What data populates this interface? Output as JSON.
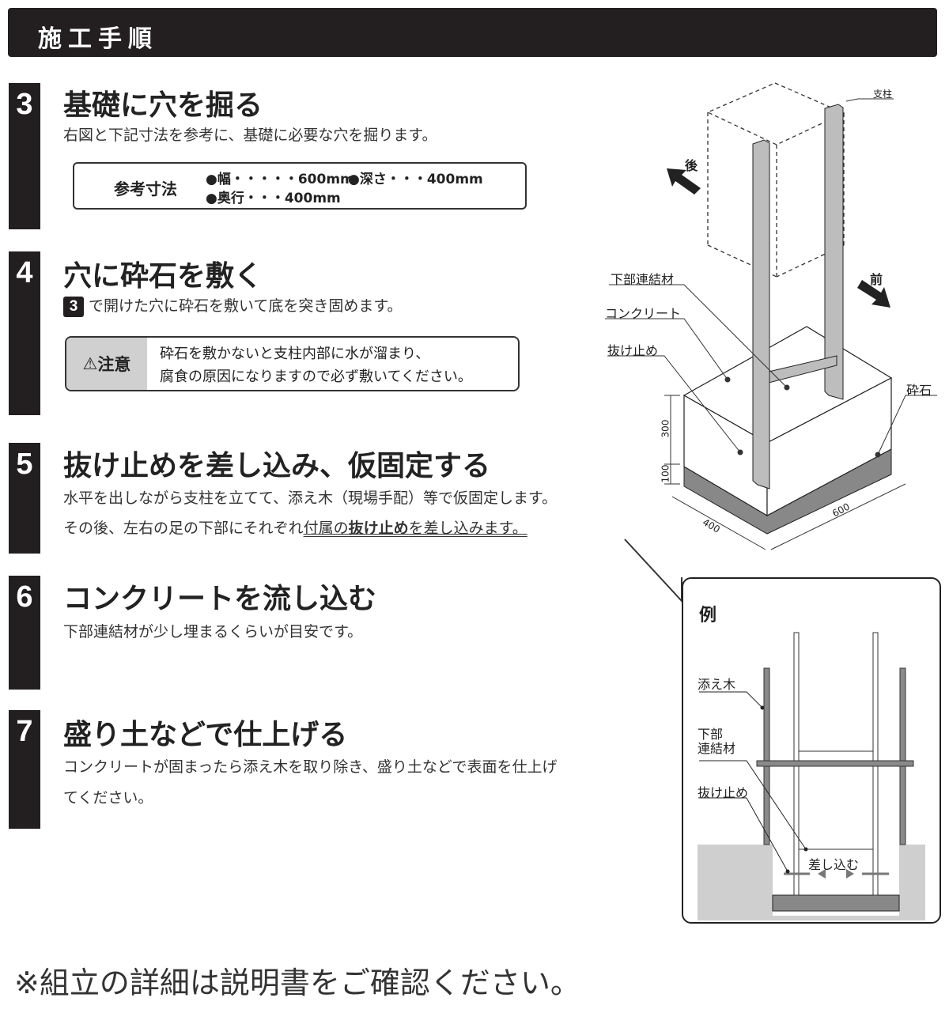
{
  "header": {
    "title": "施工手順"
  },
  "steps": [
    {
      "number": "3",
      "title": "基礎に穴を掘る",
      "text": "右図と下記寸法を参考に、基礎に必要な穴を掘ります。",
      "dimensions": {
        "label": "参考寸法",
        "width": "●幅・・・・・600mm",
        "depth": "●深さ・・・400mm",
        "length": "●奥行・・・400mm"
      }
    },
    {
      "number": "4",
      "title": "穴に砕石を敷く",
      "ref": "3",
      "text": "で開けた穴に砕石を敷いて底を突き固めます。",
      "caution": {
        "label": "注意",
        "line1": "砕石を敷かないと支柱内部に水が溜まり、",
        "line2": "腐食の原因になりますので必ず敷いてください。"
      }
    },
    {
      "number": "5",
      "title": "抜け止めを差し込み、仮固定する",
      "line1": "水平を出しながら支柱を立てて、添え木（現場手配）等で仮固定します。",
      "line2_a": "その後、左右の足の下部にそれぞれ",
      "line2_u1": "付属の",
      "line2_bold": "抜け止め",
      "line2_u2": "を差し込みます。"
    },
    {
      "number": "6",
      "title": "コンクリートを流し込む",
      "text": "下部連結材が少し埋まるくらいが目安です。"
    },
    {
      "number": "7",
      "title": "盛り土などで仕上げる",
      "line1": "コンクリートが固まったら添え木を取り除き、盛り土などで表面を仕上げ",
      "line2": "てください。"
    }
  ],
  "diagram": {
    "post": "支柱",
    "back": "後",
    "front": "前",
    "connector": "下部連結材",
    "concrete": "コンクリート",
    "stopper": "抜け止め",
    "gravel": "砕石",
    "dim_300": "300",
    "dim_100": "100",
    "dim_400": "400",
    "dim_600": "600"
  },
  "example": {
    "title": "例",
    "brace": "添え木",
    "connector_1": "下部",
    "connector_2": "連結材",
    "stopper": "抜け止め",
    "insert": "差し込む"
  },
  "footer": {
    "note": "※組立の詳細は説明書をご確認ください。"
  },
  "colors": {
    "dark": "#231f20",
    "post_gray": "#bdbdbd",
    "ground_gray": "#cfcfcf"
  }
}
